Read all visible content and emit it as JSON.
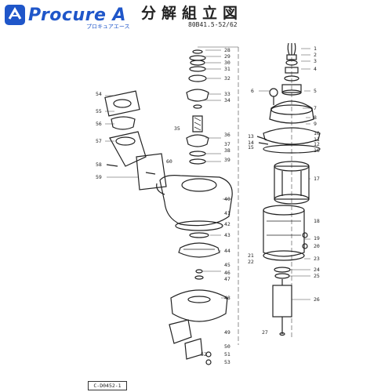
{
  "logo": {
    "brand": "Procure A",
    "tagline": "プロキュアエース"
  },
  "title": "分解組立図",
  "model": "80B41.5-52/62",
  "drawing_number": "C-D0452-1",
  "part_callouts": [
    "1",
    "2",
    "3",
    "4",
    "5",
    "6",
    "7",
    "8",
    "9",
    "10",
    "11",
    "12",
    "13",
    "14",
    "15",
    "16",
    "17",
    "18",
    "19",
    "20",
    "21",
    "22",
    "23",
    "24",
    "25",
    "26",
    "27",
    "28",
    "29",
    "30",
    "31",
    "32",
    "33",
    "34",
    "35",
    "36",
    "37",
    "38",
    "39",
    "40",
    "41",
    "42",
    "43",
    "44",
    "45",
    "46",
    "47",
    "48",
    "49",
    "50",
    "51",
    "52",
    "53",
    "54",
    "55",
    "56",
    "57",
    "58",
    "59",
    "60"
  ]
}
